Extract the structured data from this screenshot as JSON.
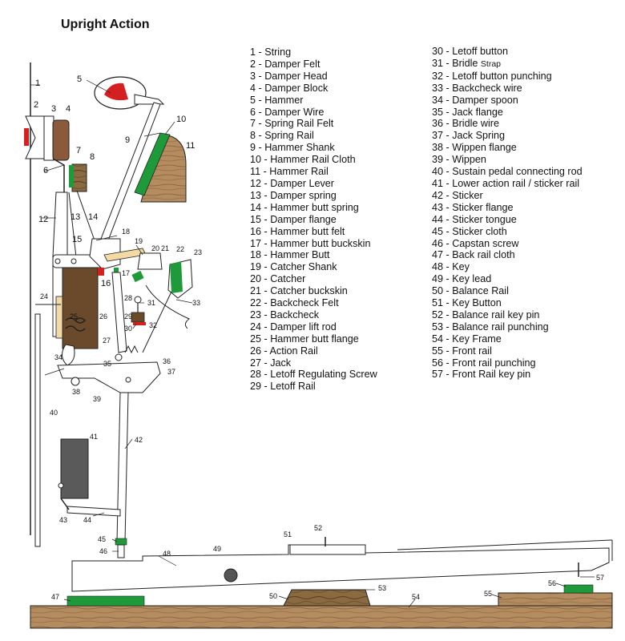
{
  "title": "Upright Action",
  "legend_left": [
    "1 - String",
    "2 - Damper Felt",
    "3 - Damper Head",
    "4 - Damper Block",
    "5 - Hammer",
    "6 - Damper Wire",
    "7 - Spring Rail Felt",
    "8 - Spring Rail",
    "9 - Hammer Shank",
    "10 - Hammer Rail Cloth",
    "11 - Hammer Rail",
    "12 - Damper Lever",
    "13 - Damper spring",
    "14 - Hammer butt spring",
    "15 - Damper flange",
    "16 - Hammer butt felt",
    "17 - Hammer butt buckskin",
    "18 - Hammer Butt",
    "19 - Catcher Shank",
    "20 - Catcher",
    "21 - Catcher buckskin",
    "22 - Backcheck Felt",
    "23 - Backcheck",
    "24 - Damper lift rod",
    "25 - Hammer butt flange",
    "26 - Action Rail",
    "27 - Jack",
    "28 - Letoff Regulating Screw",
    "29 - Letoff Rail"
  ],
  "legend_right": [
    "30 - Letoff button",
    "31 - Bridle ",
    "32 - Letoff button punching",
    "33 - Backcheck wire",
    "34 - Damper spoon",
    "35 - Jack flange",
    "36 - Bridle wire",
    "37 - Jack Spring",
    "38 - Wippen flange",
    "39 - Wippen",
    "40 - Sustain pedal connecting rod",
    "41 - Lower action rail / sticker rail",
    "42 - Sticker",
    "43 - Sticker flange",
    "44 - Sticker tongue",
    "45 - Sticker cloth",
    "46 - Capstan screw",
    "47 - Back rail cloth",
    "48 - Key",
    "49 - Key lead",
    "50 - Balance Rail",
    "51 - Key Button",
    "52 - Balance rail key pin",
    "53 - Balance rail punching",
    "54 - Key Frame",
    "55 - Front rail",
    "56 - Front rail punching",
    "57 - Front Rail key pin"
  ],
  "strap_word": "Strap",
  "callouts": [
    "1",
    "2",
    "3",
    "4",
    "5",
    "6",
    "7",
    "8",
    "9",
    "10",
    "11",
    "12",
    "13",
    "14",
    "15",
    "16",
    "17",
    "18",
    "19",
    "20",
    "21",
    "22",
    "23",
    "24",
    "25",
    "26",
    "27",
    "28",
    "29",
    "30",
    "31",
    "32",
    "33",
    "34",
    "35",
    "36",
    "37",
    "38",
    "39",
    "40",
    "41",
    "42",
    "43",
    "44",
    "45",
    "46",
    "47",
    "48",
    "49",
    "50",
    "51",
    "52",
    "53",
    "54",
    "55",
    "56",
    "57"
  ],
  "colors": {
    "felt_green": "#1f9a3a",
    "wood": "#b08a5e",
    "dark_wood": "#6b4a2a",
    "damper_block": "#8a5a3a",
    "hammer_red": "#d42020",
    "action_rail": "#6a4a2a",
    "sticker_rail": "#555555",
    "line": "#222222"
  }
}
